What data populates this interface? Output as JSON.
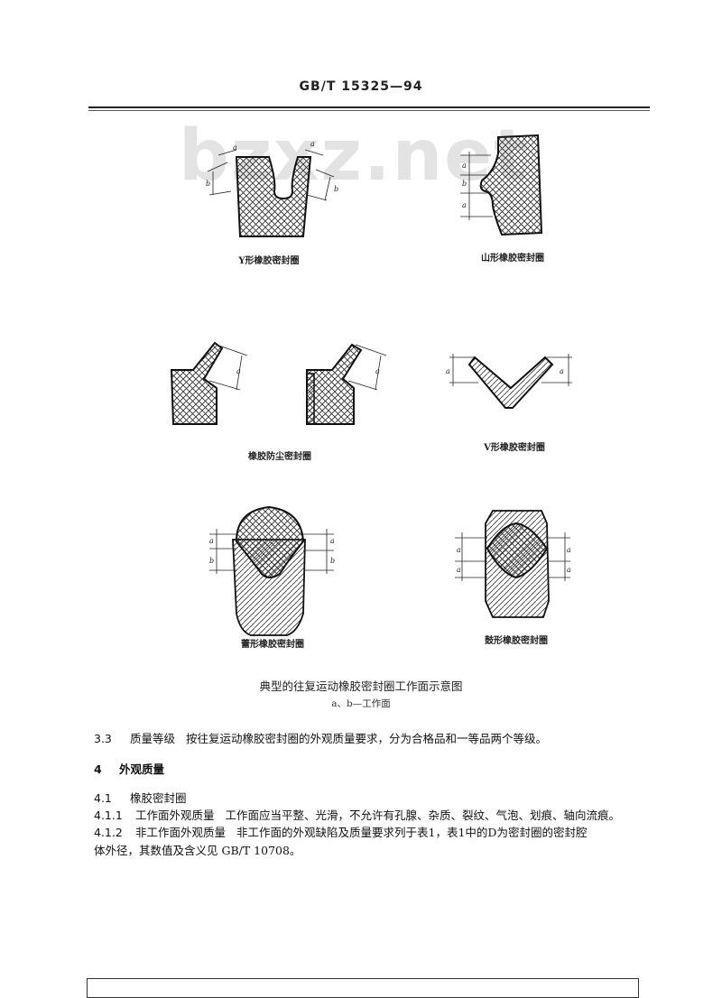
{
  "header": {
    "title": "GB/T 15325—94"
  },
  "watermark": "bzxz.net",
  "figures": [
    {
      "caption": "Y形橡胶密封圈",
      "labels": [
        "a",
        "a",
        "b",
        "b"
      ]
    },
    {
      "caption": "山形橡胶密封圈",
      "labels": [
        "a",
        "b",
        "a"
      ]
    },
    {
      "caption": "橡胶防尘密封圈",
      "labels": [
        "a",
        "a"
      ]
    },
    {
      "caption": "V形橡胶密封圈",
      "labels": [
        "a",
        "a"
      ]
    },
    {
      "caption": "蕾形橡胶密封圈",
      "labels": [
        "a",
        "b",
        "a",
        "b"
      ]
    },
    {
      "caption": "鼓形橡胶密封圈",
      "labels": [
        "a",
        "a",
        "a",
        "a"
      ]
    }
  ],
  "figure_title": "典型的往复运动橡胶密封圈工作面示意图",
  "figure_subtitle": "a、b—工作面",
  "sections": [
    {
      "number": "3.3",
      "heading": "质量等级",
      "text": "按往复运动橡胶密封圈的外观质量要求，分为合格品和一等品两个等级。"
    },
    {
      "number": "4",
      "heading": "外观质量",
      "text": ""
    },
    {
      "number": "4.1",
      "heading": "橡胶密封圈",
      "text": ""
    },
    {
      "number": "4.1.1",
      "heading": "工作面外观质量",
      "text": "工作面应当平整、光滑，不允许有孔腺、杂质、裂纹、气泡、划痕、轴向流痕。"
    },
    {
      "number": "4.1.2",
      "heading": "非工作面外观质量",
      "text": "非工作面的外观缺陷及质量要求列于表1，表1中的D为密封圈的密封腔"
    },
    {
      "number": "",
      "heading": "",
      "text": "体外径，其数值及含义见 GB/T 10708。"
    }
  ],
  "colors": {
    "ink": "#222222",
    "hatch": "#333333",
    "watermark": "#e3e3e3"
  }
}
